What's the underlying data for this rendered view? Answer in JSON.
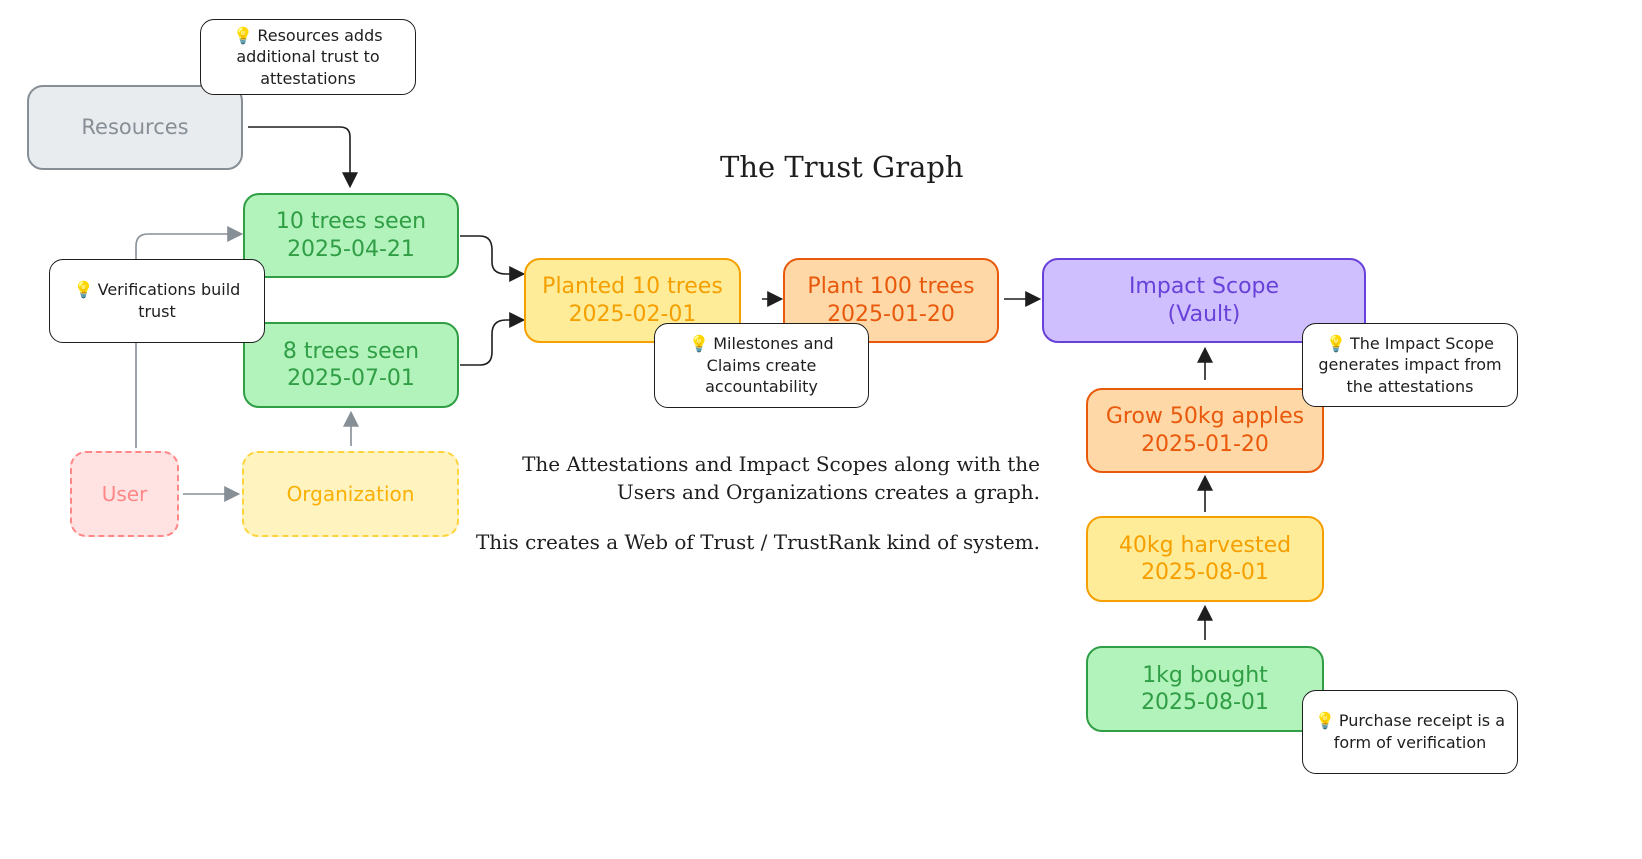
{
  "title": "The Trust Graph",
  "nodes": {
    "resources": {
      "label": "Resources"
    },
    "trees10": {
      "line1": "10 trees seen",
      "line2": "2025-04-21"
    },
    "trees8": {
      "line1": "8 trees seen",
      "line2": "2025-07-01"
    },
    "planted": {
      "line1": "Planted 10 trees",
      "line2": "2025-02-01"
    },
    "plant100": {
      "line1": "Plant 100 trees",
      "line2": "2025-01-20"
    },
    "impact": {
      "line1": "Impact Scope",
      "line2": "(Vault)"
    },
    "apples": {
      "line1": "Grow 50kg apples",
      "line2": "2025-01-20"
    },
    "harvested": {
      "line1": "40kg harvested",
      "line2": "2025-08-01"
    },
    "bought": {
      "line1": "1kg bought",
      "line2": "2025-08-01"
    },
    "user": {
      "label": "User"
    },
    "organization": {
      "label": "Organization"
    }
  },
  "notes": {
    "resources": {
      "icon": "lightbulb-icon",
      "text": "Resources adds additional trust to attestations"
    },
    "verifications": {
      "icon": "lightbulb-icon",
      "text": "Verifications build trust"
    },
    "milestones": {
      "icon": "lightbulb-icon",
      "text": "Milestones and Claims create accountability"
    },
    "impact": {
      "icon": "lightbulb-icon",
      "text": "The Impact Scope generates impact from the attestations"
    },
    "receipt": {
      "icon": "lightbulb-icon",
      "text": "Purchase receipt is a form of verification"
    }
  },
  "description": {
    "p1": "The Attestations and Impact Scopes along with the Users and Organizations creates a graph.",
    "p2": "This creates a Web of Trust / TrustRank kind of system."
  },
  "colors": {
    "green": "#2f9e44",
    "yellow": "#f59f00",
    "orange": "#e8590c",
    "purple": "#6741d9",
    "grey": "#868e96",
    "red": "#ff8787"
  }
}
